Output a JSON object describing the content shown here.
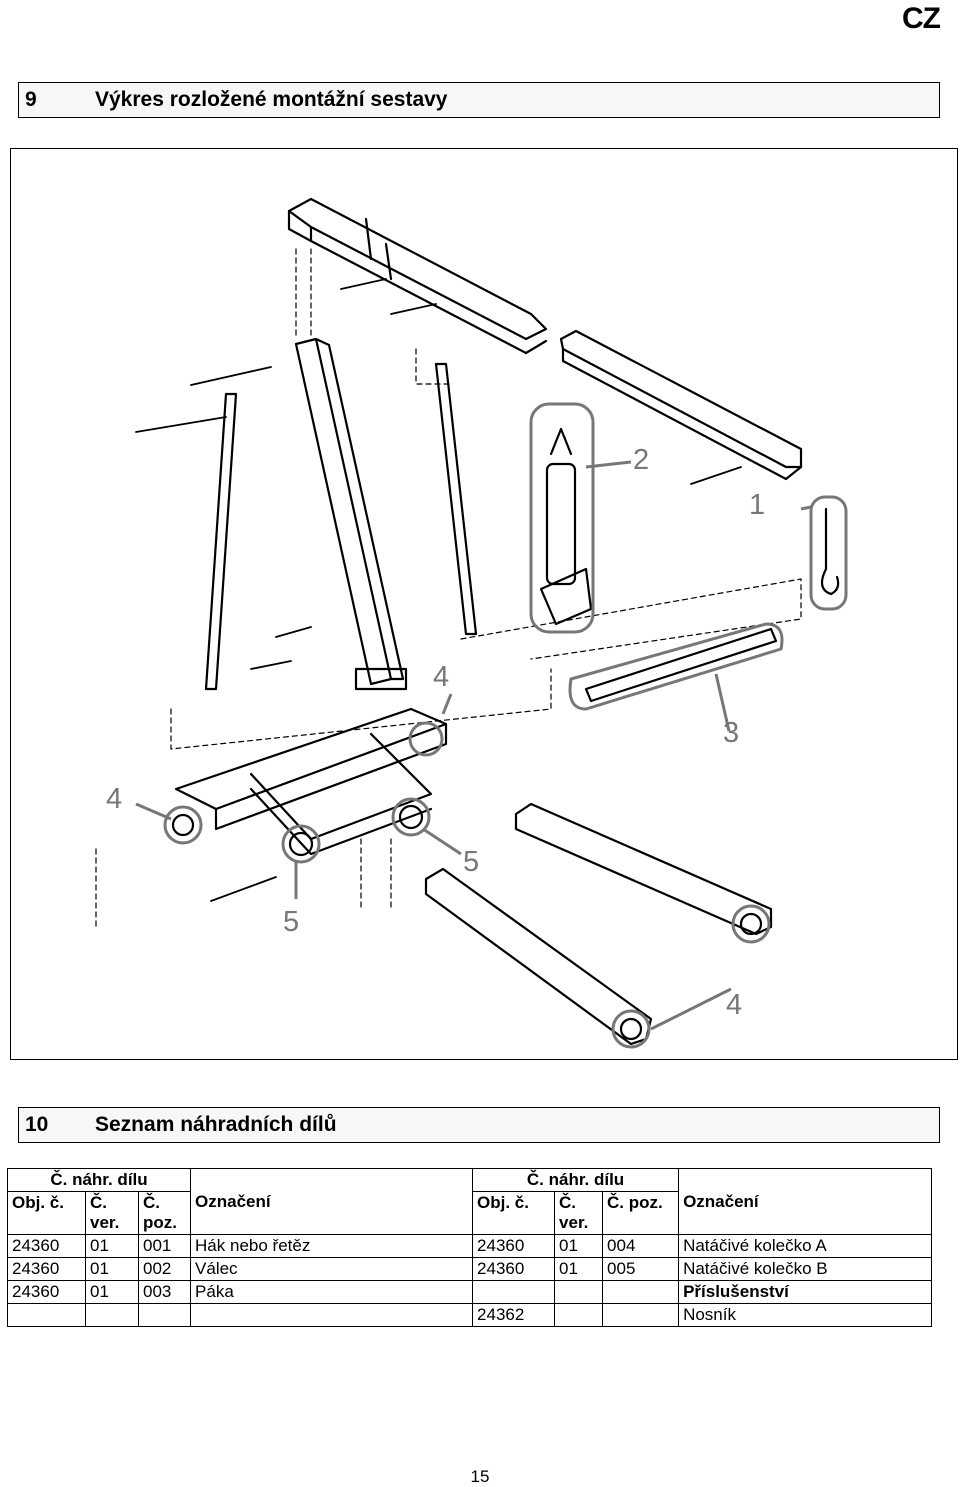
{
  "lang_tag": "CZ",
  "section9": {
    "number": "9",
    "title": "Výkres rozložené montážní sestavy"
  },
  "diagram": {
    "callouts": [
      "1",
      "2",
      "3",
      "4",
      "4",
      "4",
      "5",
      "5"
    ],
    "highlight_color": "#777777"
  },
  "section10": {
    "number": "10",
    "title": "Seznam náhradních dílů"
  },
  "table": {
    "group_label": "Č. náhr. dílu",
    "col_obj": "Obj. č.",
    "col_ver": "Č. ver.",
    "col_poz": "Č. poz.",
    "col_name": "Označení",
    "left_rows": [
      {
        "obj": "24360",
        "ver": "01",
        "poz": "001",
        "name": "Hák nebo řetěz"
      },
      {
        "obj": "24360",
        "ver": "01",
        "poz": "002",
        "name": "Válec"
      },
      {
        "obj": "24360",
        "ver": "01",
        "poz": "003",
        "name": "Páka"
      },
      {
        "obj": "",
        "ver": "",
        "poz": "",
        "name": ""
      }
    ],
    "right_rows": [
      {
        "obj": "24360",
        "ver": "01",
        "poz": "004",
        "name": "Natáčivé kolečko A"
      },
      {
        "obj": "24360",
        "ver": "01",
        "poz": "005",
        "name": "Natáčivé kolečko B"
      },
      {
        "obj": "",
        "ver": "",
        "poz": "",
        "name": "Příslušenství"
      },
      {
        "obj": "24362",
        "ver": "",
        "poz": "",
        "name": "Nosník"
      }
    ]
  },
  "page_number": "15"
}
